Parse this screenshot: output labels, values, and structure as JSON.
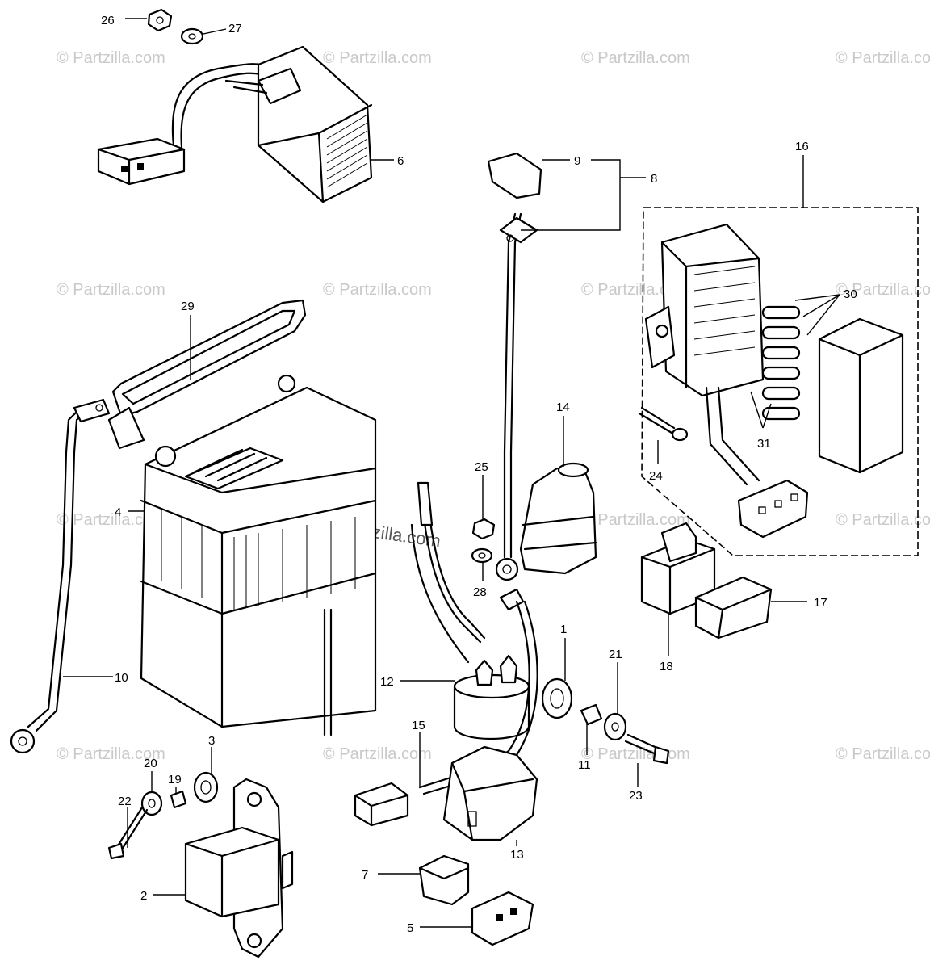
{
  "watermark": {
    "text": "© Partzilla.com",
    "center_text": "Partzilla.com"
  },
  "callouts": {
    "c1": "1",
    "c2": "2",
    "c3": "3",
    "c4": "4",
    "c5": "5",
    "c6": "6",
    "c7": "7",
    "c8": "8",
    "c9": "9",
    "c10": "10",
    "c11": "11",
    "c12": "12",
    "c13": "13",
    "c14": "14",
    "c15": "15",
    "c16": "16",
    "c17": "17",
    "c18": "18",
    "c19": "19",
    "c20": "20",
    "c21": "21",
    "c22": "22",
    "c23": "23",
    "c24": "24",
    "c25": "25",
    "c26": "26",
    "c27": "27",
    "c28": "28",
    "c29": "29",
    "c30": "30",
    "c31": "31"
  }
}
